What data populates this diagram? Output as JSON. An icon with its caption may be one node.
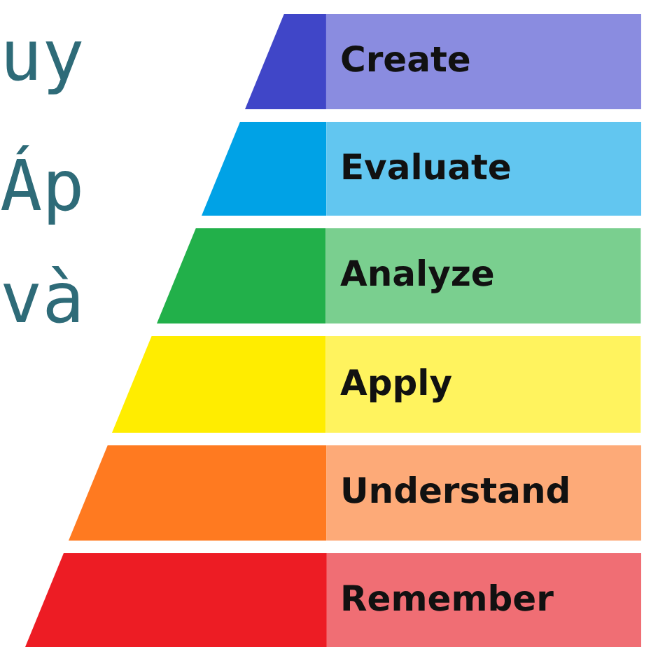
{
  "diagram": {
    "nodes": [
      {
        "text": [
          "Create"
        ]
      },
      {
        "text": [
          "Evaluate"
        ]
      },
      {
        "text": [
          "Analyze"
        ]
      },
      {
        "text": [
          "Apply"
        ]
      },
      {
        "text": [
          "Understand"
        ]
      },
      {
        "text": [
          "Remember"
        ]
      }
    ],
    "labels": [
      "uy",
      "Áp",
      "và"
    ]
  }
}
